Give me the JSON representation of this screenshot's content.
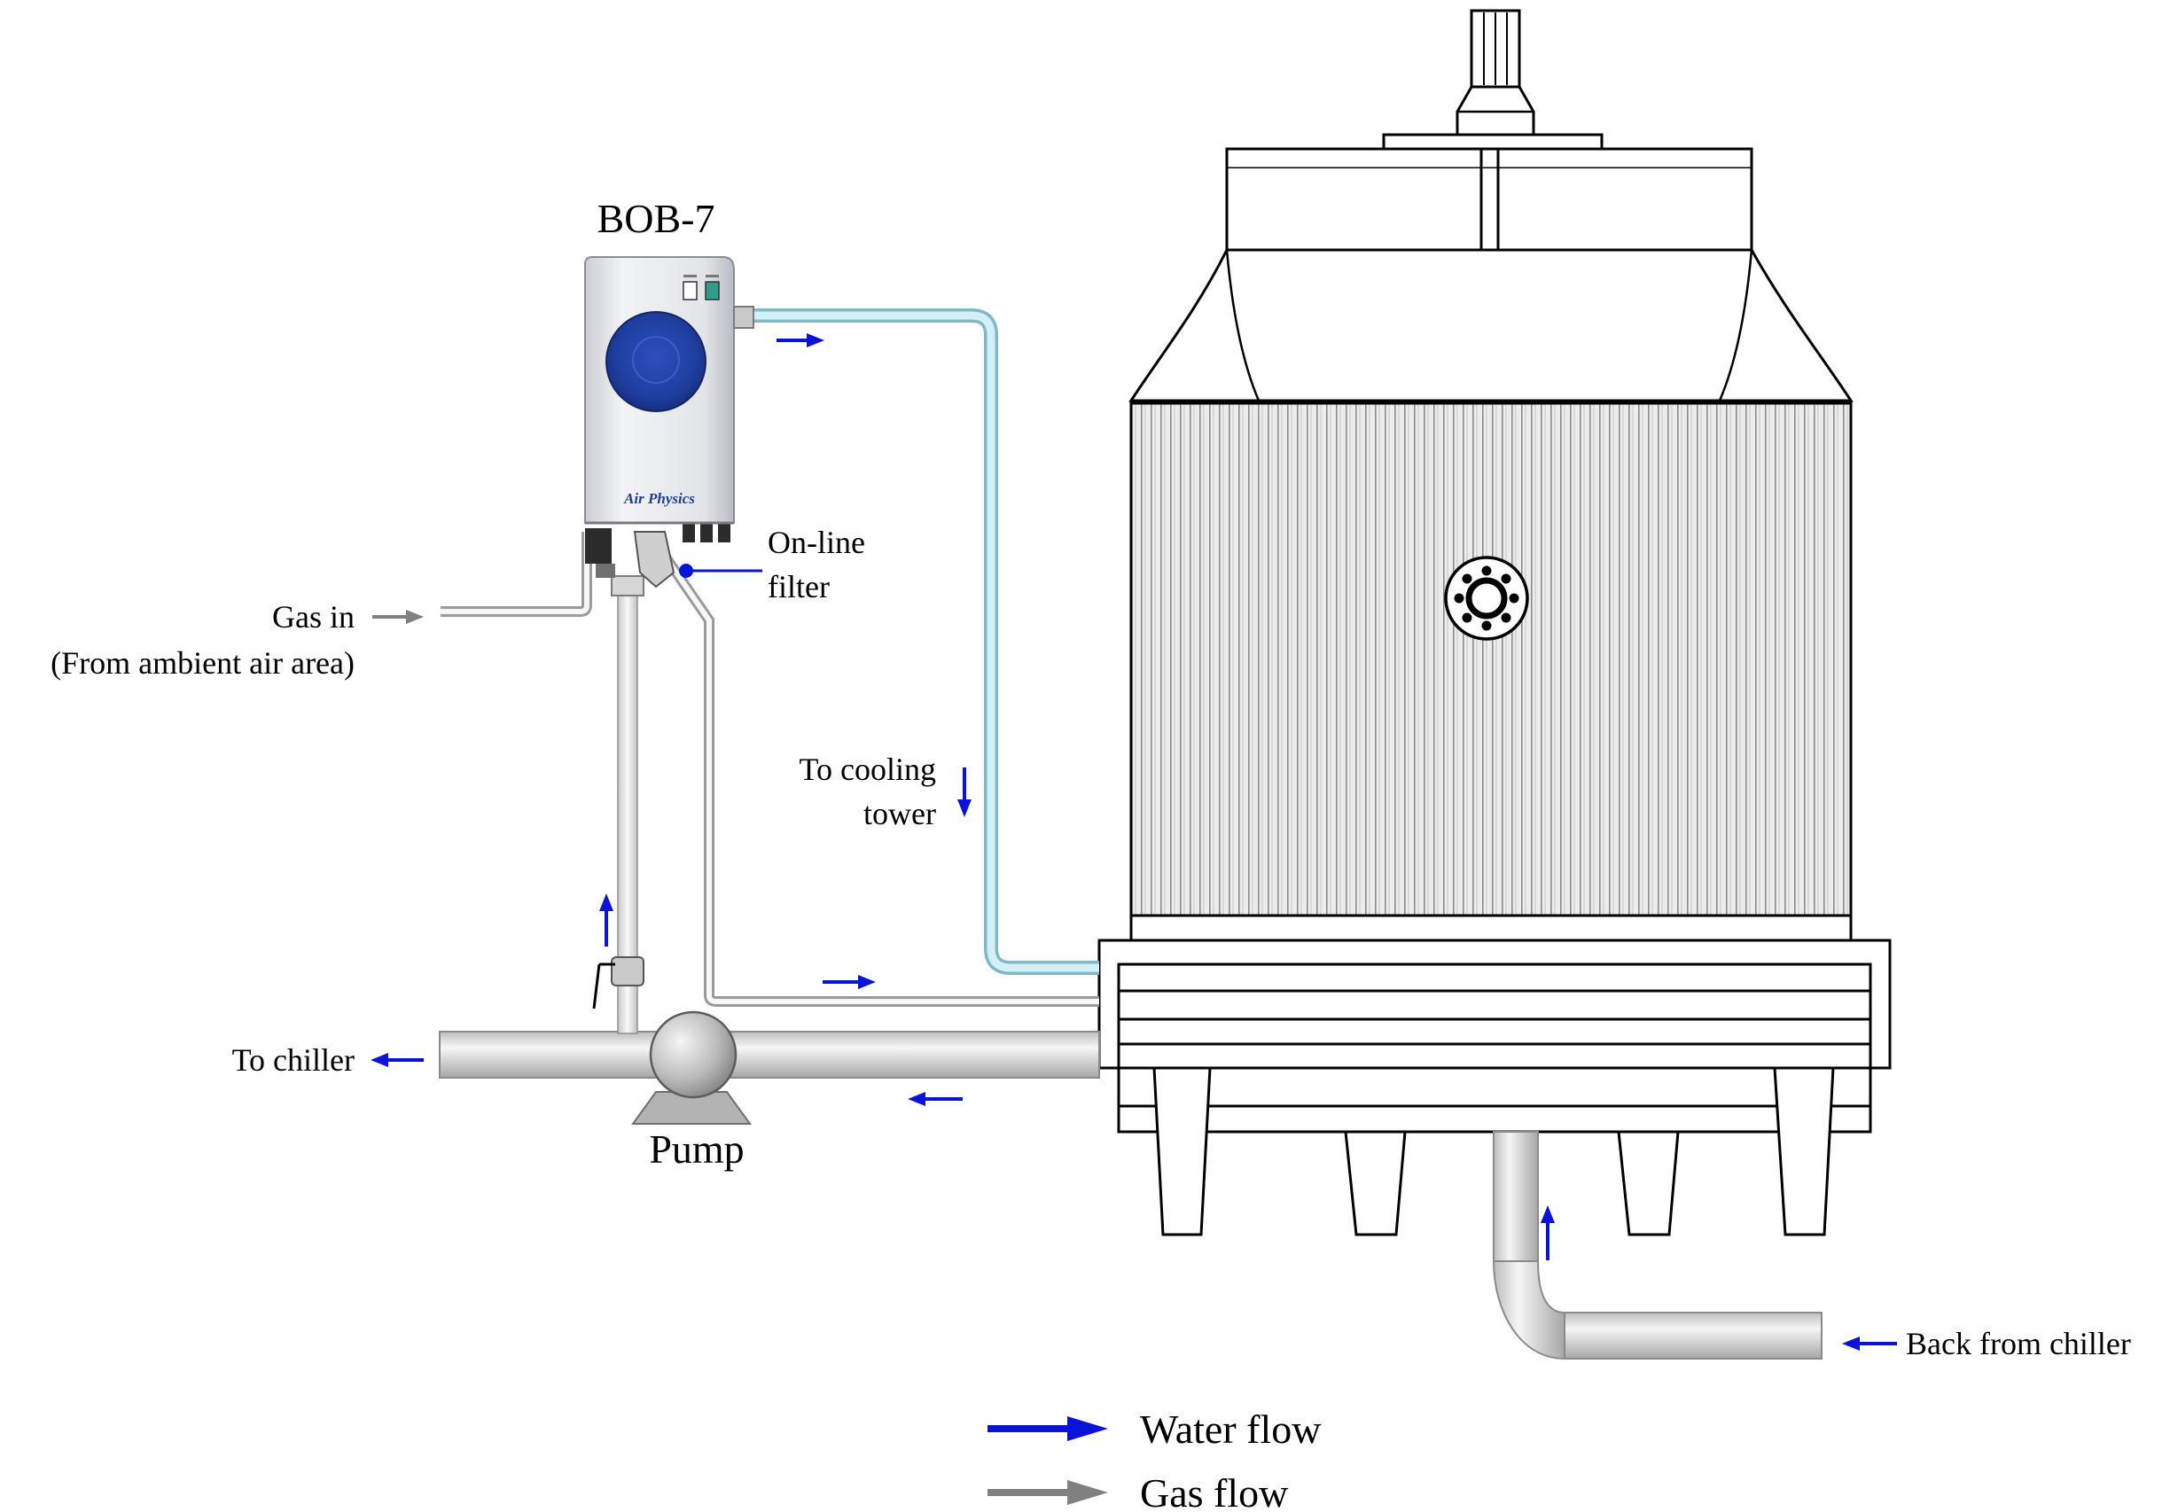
{
  "labels": {
    "device": "BOB-7",
    "brand": "Air Physics",
    "online_filter_1": "On-line",
    "online_filter_2": "filter",
    "gas_in_1": "Gas in",
    "gas_in_2": "(From ambient air area)",
    "to_cooling_1": "To cooling",
    "to_cooling_2": "tower",
    "to_chiller": "To chiller",
    "pump": "Pump",
    "back_from_chiller": "Back from chiller"
  },
  "legend": [
    {
      "label": "Water flow",
      "color": "#0a14d8"
    },
    {
      "label": "Gas flow",
      "color": "#808080"
    }
  ],
  "colors": {
    "water": "#0a14d8",
    "gas": "#808080",
    "cooling_line": "#a9dbe8",
    "device_body": "#e4e6ea",
    "device_disc": "#1e3d9e",
    "indicator_green": "#2f9c8c"
  }
}
